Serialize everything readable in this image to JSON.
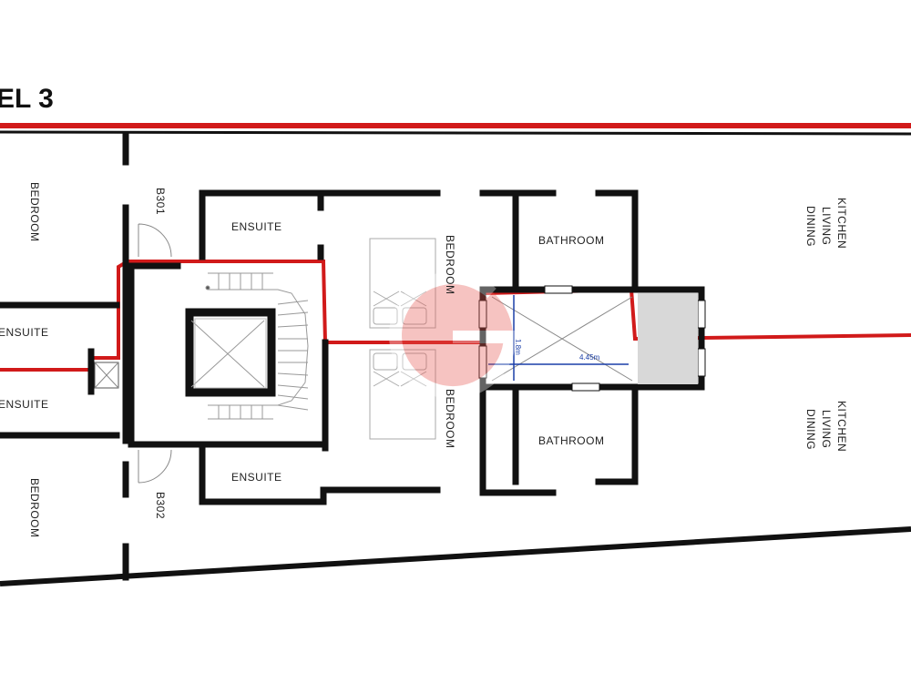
{
  "plan": {
    "title": "EL 3",
    "rooms": {
      "bedroom_left_top": "BEDROOM",
      "bedroom_left_bottom": "BEDROOM",
      "ensuite_left_top": "ENSUITE",
      "ensuite_left_bottom": "ENSUITE",
      "unit_b301": "B301",
      "unit_b302": "B302",
      "ensuite_top": "ENSUITE",
      "ensuite_bottom": "ENSUITE",
      "bedroom_mid_top": "BEDROOM",
      "bedroom_mid_bottom": "BEDROOM",
      "bathroom_top": "BATHROOM",
      "bathroom_bottom": "BATHROOM",
      "kitchen_top": [
        "KITCHEN",
        "LIVING",
        "DINING"
      ],
      "kitchen_bottom": [
        "KITCHEN",
        "LIVING",
        "DINING"
      ]
    },
    "dimensions": {
      "width": "4.45m",
      "height": "1.8m"
    },
    "colors": {
      "wall": "#111111",
      "boundary": "#d11a1a",
      "dimension": "#1a3fa8",
      "watermark": "#e8574f"
    }
  }
}
